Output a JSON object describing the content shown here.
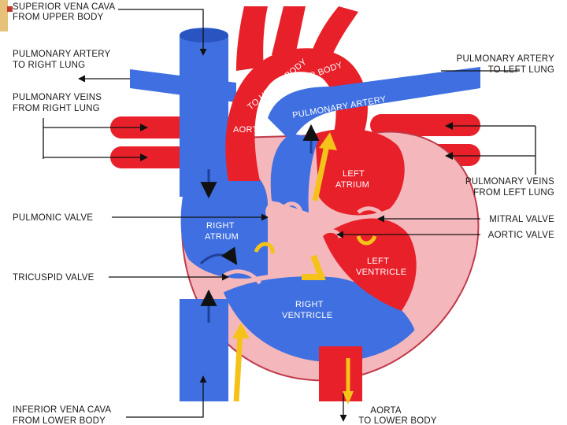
{
  "labels": {
    "svc": [
      "SUPERIOR VENA CAVA",
      "FROM UPPER BODY"
    ],
    "pa_right": [
      "PULMONARY ARTERY",
      "TO RIGHT LUNG"
    ],
    "pv_right": [
      "PULMONARY VEINS",
      "FROM RIGHT LUNG"
    ],
    "pulmonic_valve": "PULMONIC VALVE",
    "tricuspid_valve": "TRICUSPID VALVE",
    "ivc": [
      "INFERIOR VENA CAVA",
      "FROM LOWER BODY"
    ],
    "pa_left": [
      "PULMONARY ARTERY",
      "TO LEFT LUNG"
    ],
    "pv_left": [
      "PULMONARY VEINS",
      "FROM LEFT LUNG"
    ],
    "mitral_valve": "MITRAL VALVE",
    "aortic_valve": "AORTIC VALVE",
    "aorta_lower": [
      "AORTA",
      "TO LOWER BODY"
    ]
  },
  "inner": {
    "aorta": "AORTA",
    "pulmonary_artery": "PULMONARY ARTERY",
    "to_upper_body": "TO UPPER BODY",
    "to_lower_body": "TO LOWER BODY",
    "left_atrium": [
      "LEFT",
      "ATRIUM"
    ],
    "right_atrium": [
      "RIGHT",
      "ATRIUM"
    ],
    "left_ventricle": [
      "LEFT",
      "VENTRICLE"
    ],
    "right_ventricle": [
      "RIGHT",
      "VENTRICLE"
    ]
  },
  "colors": {
    "oxygenated": "#e8202a",
    "deoxygenated": "#3f6fe0",
    "muscle": "#f4b8bc",
    "flow_arrow": "#f5c21a"
  }
}
